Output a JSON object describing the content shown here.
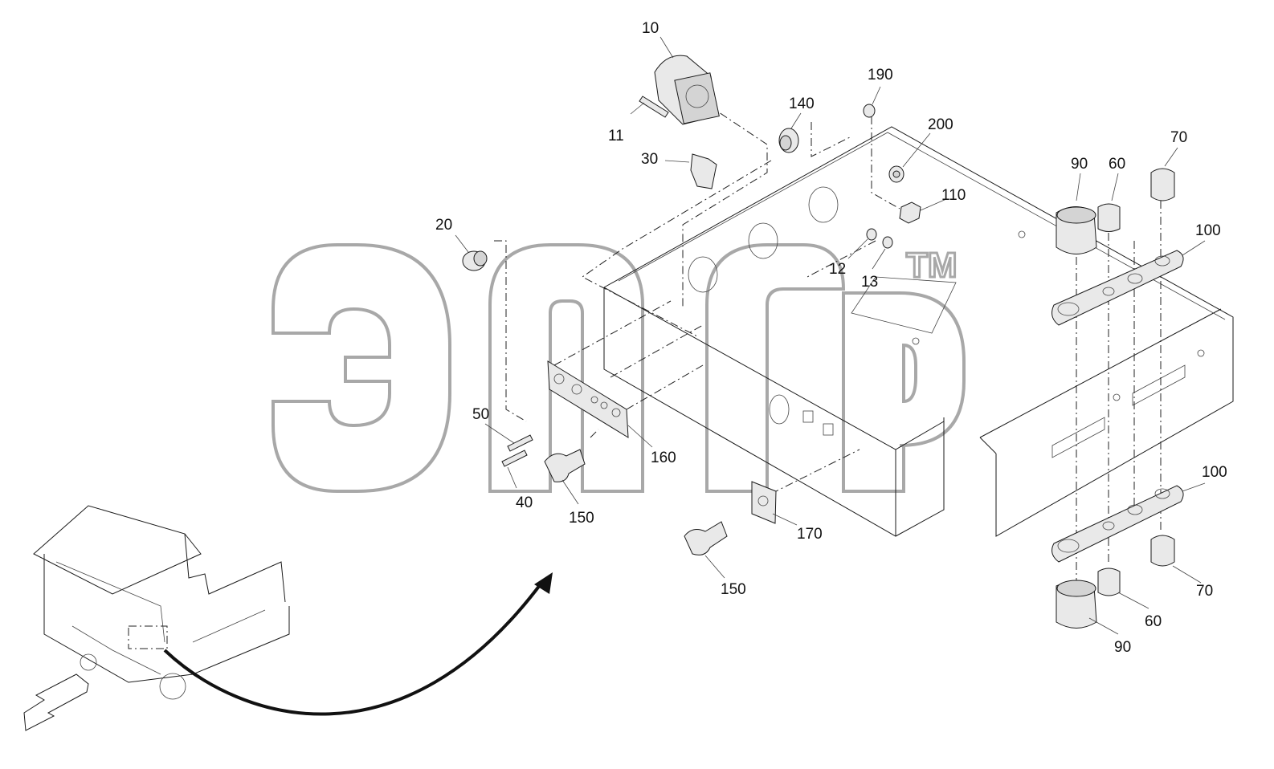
{
  "callouts": [
    {
      "id": "c10",
      "label": "10"
    },
    {
      "id": "c11",
      "label": "11"
    },
    {
      "id": "c30",
      "label": "30"
    },
    {
      "id": "c20",
      "label": "20"
    },
    {
      "id": "c140",
      "label": "140"
    },
    {
      "id": "c190",
      "label": "190"
    },
    {
      "id": "c200",
      "label": "200"
    },
    {
      "id": "c110",
      "label": "110"
    },
    {
      "id": "c12",
      "label": "12"
    },
    {
      "id": "c13",
      "label": "13"
    },
    {
      "id": "c90a",
      "label": "90"
    },
    {
      "id": "c60a",
      "label": "60"
    },
    {
      "id": "c70a",
      "label": "70"
    },
    {
      "id": "c100a",
      "label": "100"
    },
    {
      "id": "c100b",
      "label": "100"
    },
    {
      "id": "c70b",
      "label": "70"
    },
    {
      "id": "c60b",
      "label": "60"
    },
    {
      "id": "c90b",
      "label": "90"
    },
    {
      "id": "c50",
      "label": "50"
    },
    {
      "id": "c40",
      "label": "40"
    },
    {
      "id": "c150a",
      "label": "150"
    },
    {
      "id": "c160",
      "label": "160"
    },
    {
      "id": "c170",
      "label": "170"
    },
    {
      "id": "c150b",
      "label": "150"
    }
  ],
  "watermark": {
    "tm": "TM"
  }
}
